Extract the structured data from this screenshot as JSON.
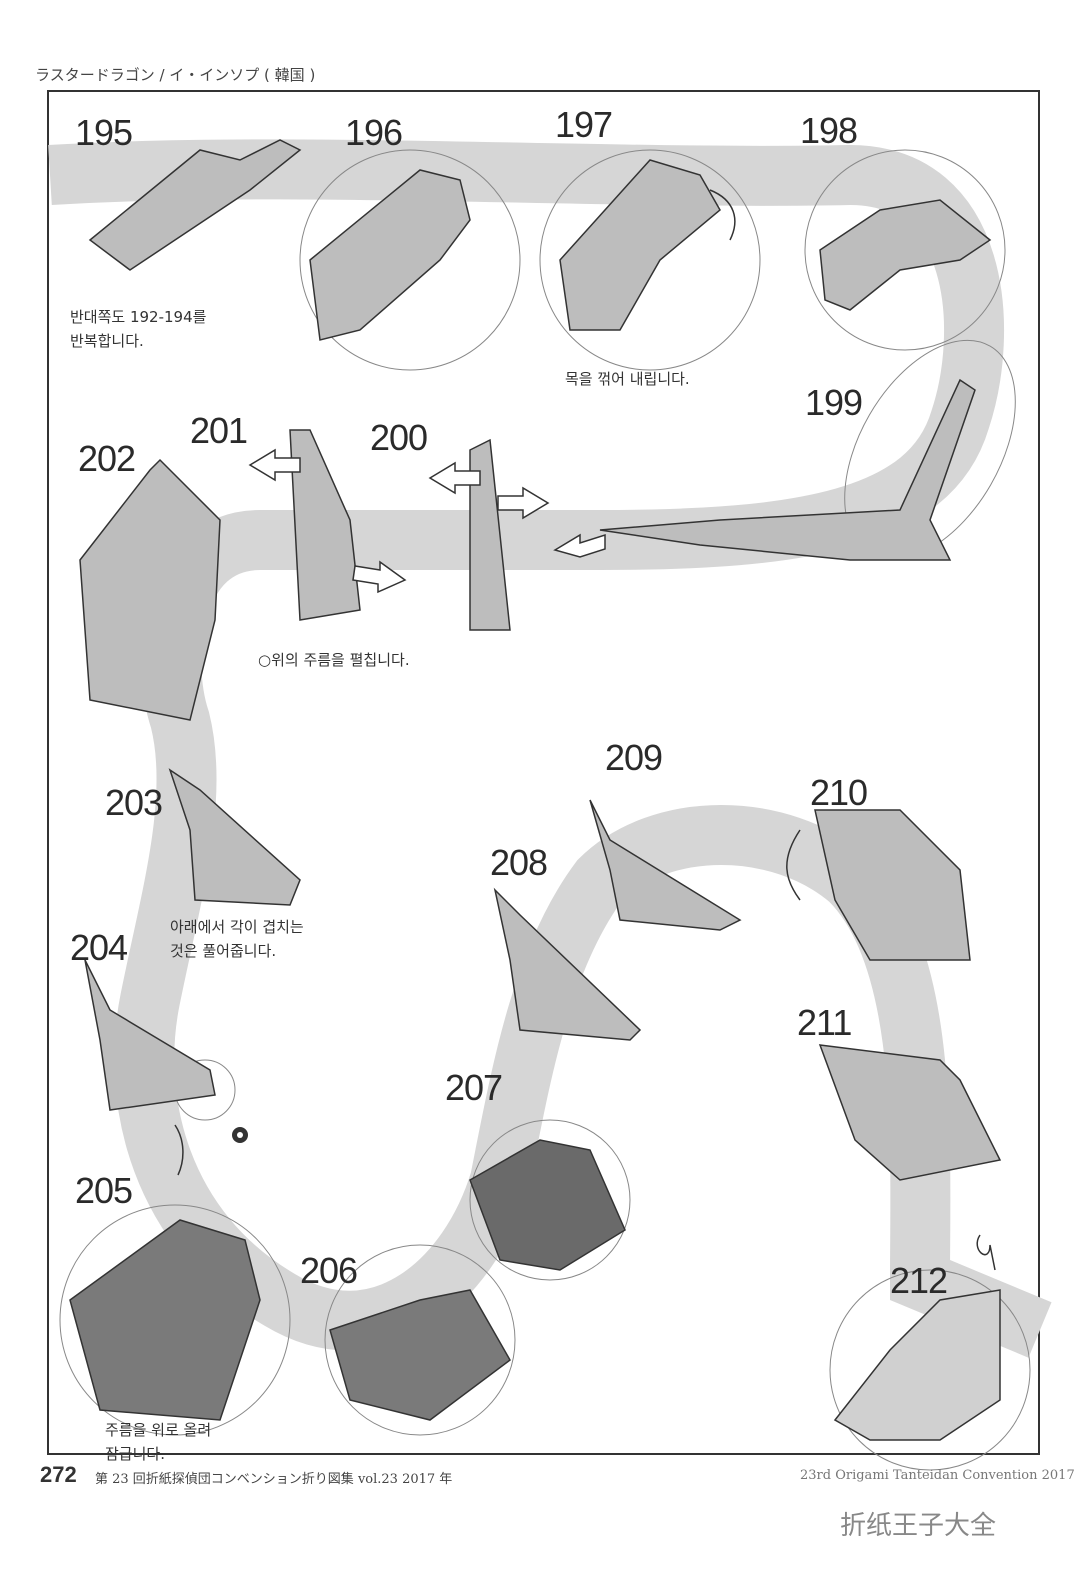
{
  "header": {
    "title": "ラスタードラゴン / イ・インソプ ( 韓国 )"
  },
  "steps": [
    {
      "number": "195",
      "caption": "반대쪽도 192-194를\n반복합니다."
    },
    {
      "number": "196"
    },
    {
      "number": "197",
      "caption": "목을 꺾어 내립니다."
    },
    {
      "number": "198"
    },
    {
      "number": "199"
    },
    {
      "number": "200",
      "caption": "○위의 주름을 펼칩니다."
    },
    {
      "number": "201"
    },
    {
      "number": "202"
    },
    {
      "number": "203",
      "caption": "아래에서 각이 겹치는\n것은 풀어줍니다."
    },
    {
      "number": "204"
    },
    {
      "number": "205",
      "caption": "주름을 위로 올려\n잠급니다."
    },
    {
      "number": "206"
    },
    {
      "number": "207"
    },
    {
      "number": "208"
    },
    {
      "number": "209"
    },
    {
      "number": "210"
    },
    {
      "number": "211"
    },
    {
      "number": "212"
    }
  ],
  "footer": {
    "page_number": "272",
    "book_title": "第 23 回折紙探偵団コンベンション折り図集 vol.23 2017 年",
    "convention": "23rd Origami Tanteidan Convention 2017",
    "watermark": "折纸王子大全"
  },
  "colors": {
    "band": "#d4d4d4",
    "paper": "#b8b8b8",
    "paper_dark": "#5a5a5a",
    "line": "#333333"
  }
}
